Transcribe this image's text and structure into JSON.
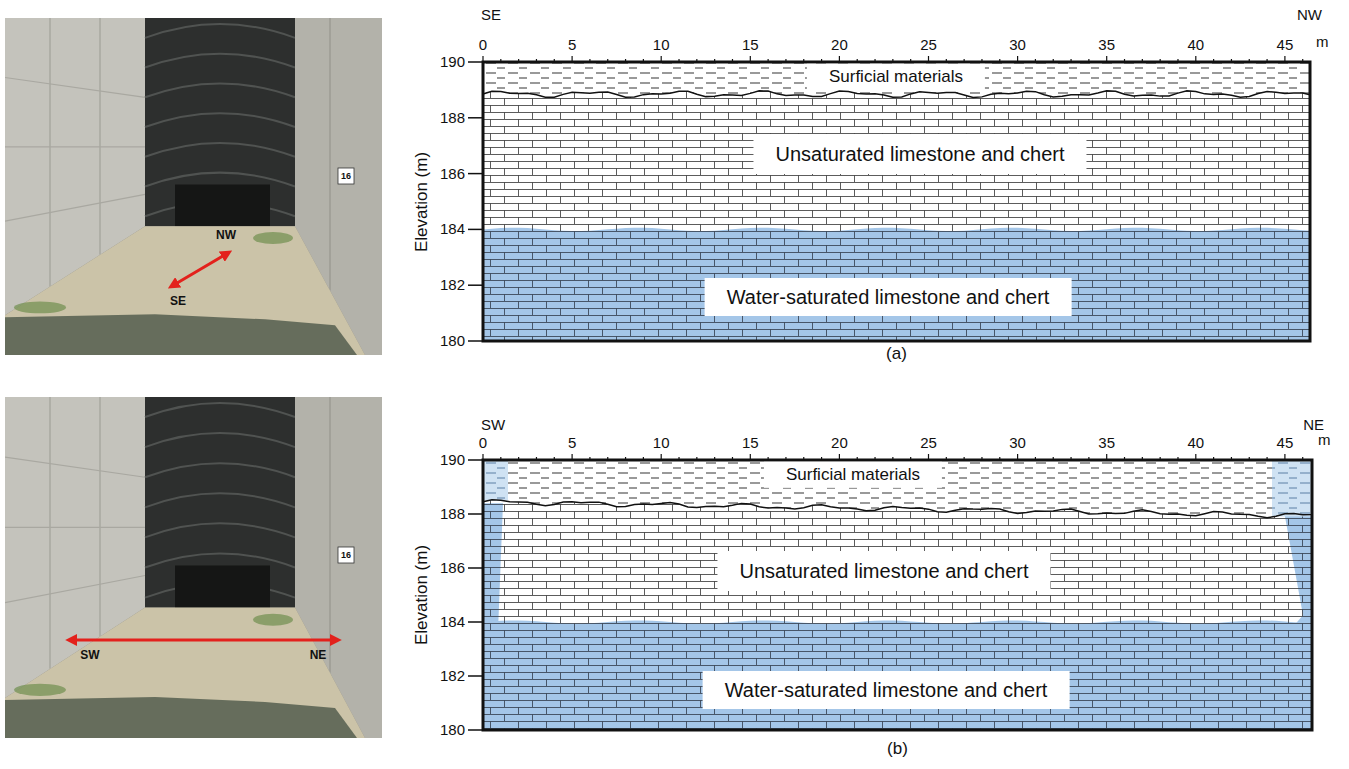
{
  "diagram": {
    "nodes": [
      {
        "text": [
          "Surficial materials"
        ]
      },
      {
        "text": [
          "Unsaturated limestone and chert"
        ]
      },
      {
        "text": [
          "Water-saturated limestone and chert"
        ]
      },
      {
        "text": [
          "Surficial materials"
        ]
      },
      {
        "text": [
          "Unsaturated limestone and chert"
        ]
      },
      {
        "text": [
          "Water-saturated limestone and chert"
        ]
      }
    ],
    "labels": [
      "NW",
      "SE",
      "16",
      "SE",
      "NW",
      "m",
      "0",
      "5",
      "10",
      "15",
      "20",
      "25",
      "30",
      "35",
      "40",
      "45",
      "190",
      "188",
      "186",
      "184",
      "182",
      "180",
      "Elevation (m)",
      "(a)",
      "SW",
      "NE",
      "16",
      "SW",
      "NE",
      "m",
      "0",
      "5",
      "10",
      "15",
      "20",
      "25",
      "30",
      "35",
      "40",
      "45",
      "190",
      "188",
      "186",
      "184",
      "182",
      "180",
      "Elevation (m)",
      "(b)"
    ]
  }
}
